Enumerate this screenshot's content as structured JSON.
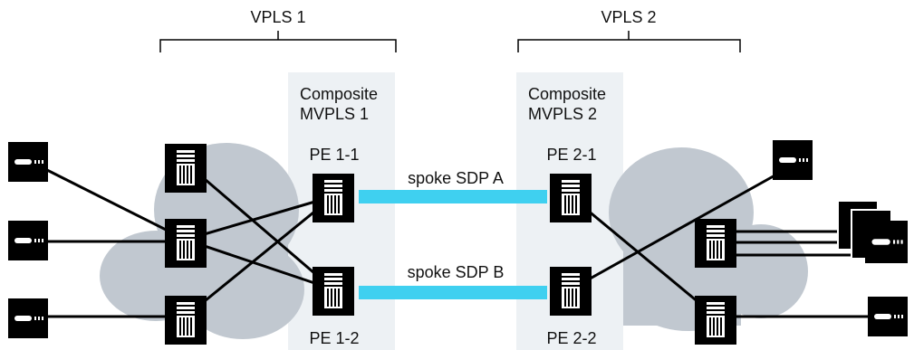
{
  "vpls_labels": [
    "VPLS 1",
    "VPLS 2"
  ],
  "composite": [
    {
      "line1": "Composite",
      "line2": "MVPLS 1"
    },
    {
      "line1": "Composite",
      "line2": "MVPLS 2"
    }
  ],
  "pe_labels": {
    "pe11": "PE 1-1",
    "pe12": "PE 1-2",
    "pe21": "PE 2-1",
    "pe22": "PE 2-2"
  },
  "spoke_labels": [
    "spoke SDP A",
    "spoke SDP B"
  ],
  "colors": {
    "background": "#ffffff",
    "cloud": "#c1c8d0",
    "composite_panel": "#edf1f4",
    "spoke_link": "#3fd0f0",
    "device": "#000000",
    "link": "#000000"
  },
  "icons": {
    "router": "router-icon",
    "host": "host-device-icon"
  }
}
